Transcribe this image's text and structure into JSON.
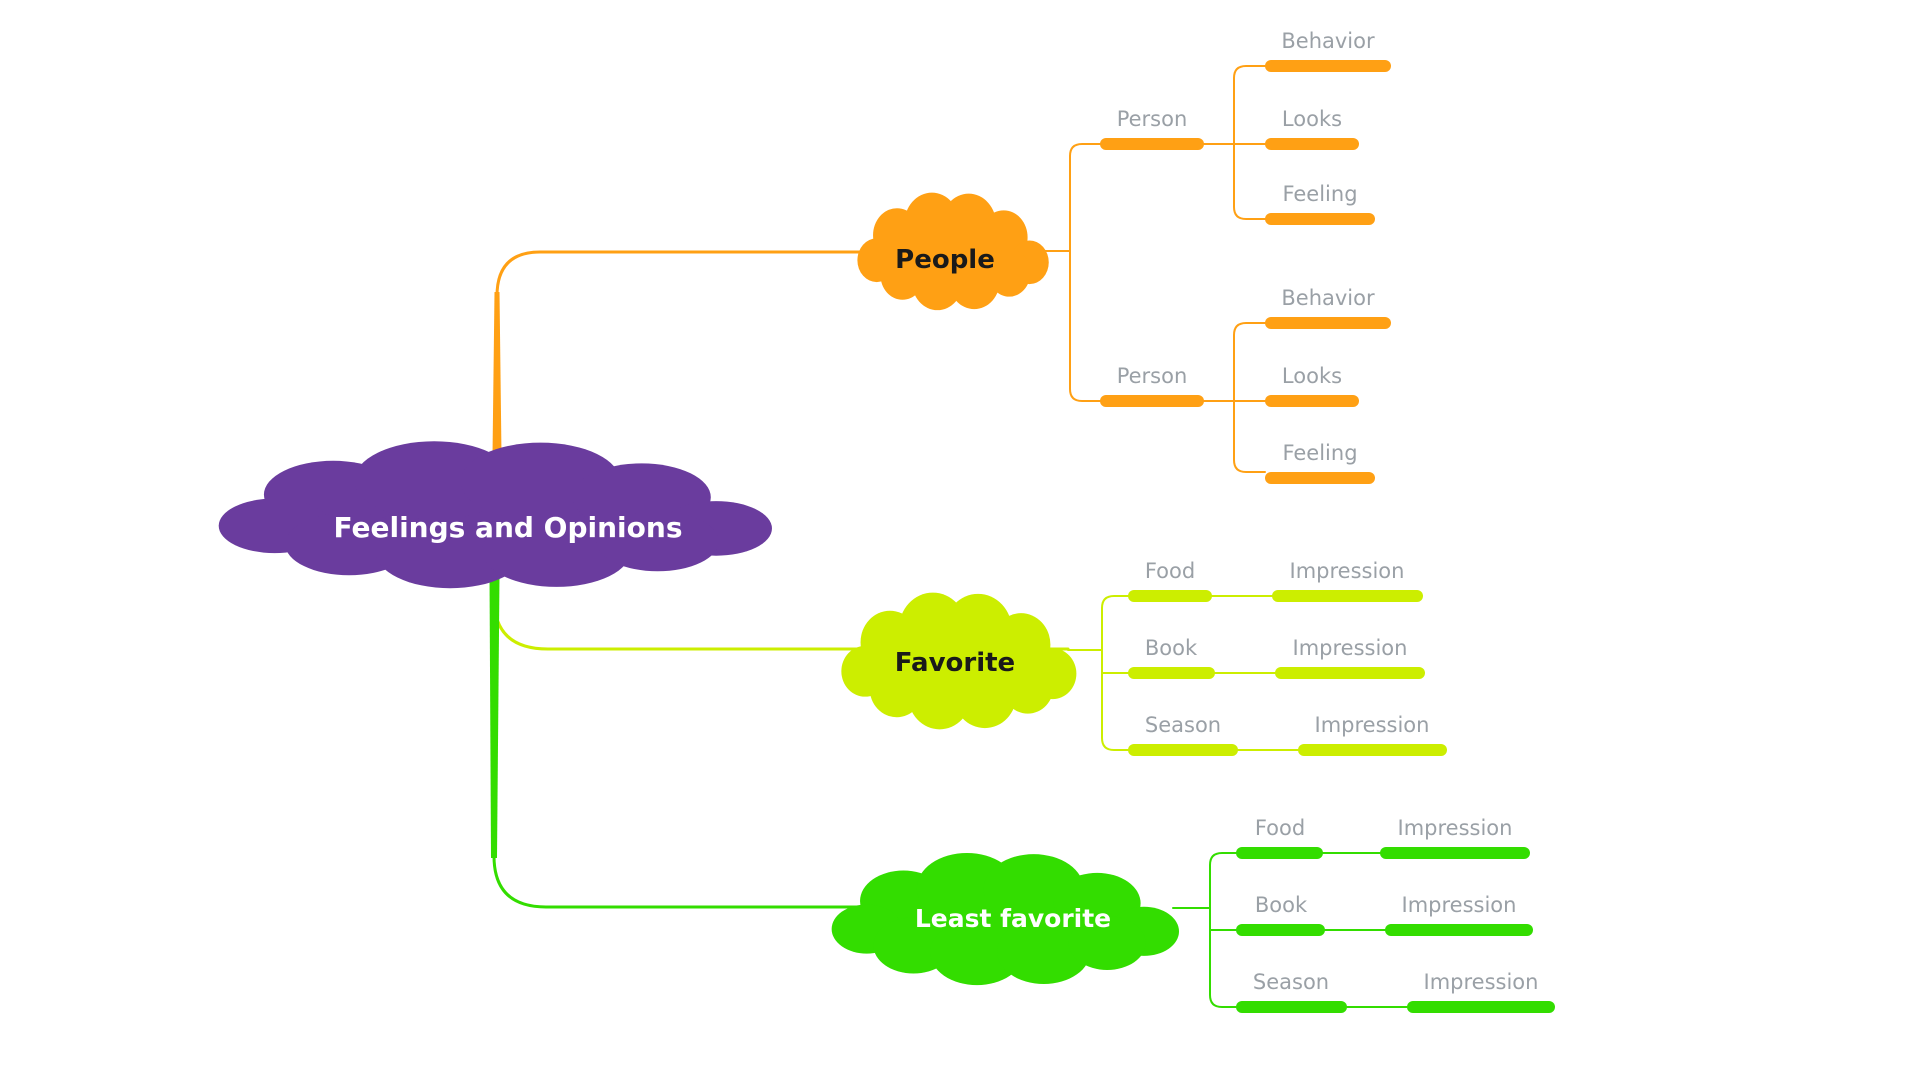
{
  "app": {
    "canvas": "mind-map"
  },
  "colors": {
    "background": "#ffffff",
    "root": "#6a3c9e",
    "people": "#ffa014",
    "favorite": "#ccee00",
    "least": "#33dd00",
    "child_label": "#9aa0a6",
    "root_text": "#ffffff",
    "branch_text_dark": "#1a1a1a",
    "branch_text_light": "#ffffff"
  },
  "root": {
    "label": "Feelings and Opinions"
  },
  "branches": [
    {
      "id": "people",
      "label": "People",
      "children": [
        {
          "label": "Person",
          "children": [
            {
              "label": "Behavior"
            },
            {
              "label": "Looks"
            },
            {
              "label": "Feeling"
            }
          ]
        },
        {
          "label": "Person",
          "children": [
            {
              "label": "Behavior"
            },
            {
              "label": "Looks"
            },
            {
              "label": "Feeling"
            }
          ]
        }
      ]
    },
    {
      "id": "favorite",
      "label": "Favorite",
      "children": [
        {
          "label": "Food",
          "children": [
            {
              "label": "Impression"
            }
          ]
        },
        {
          "label": "Book",
          "children": [
            {
              "label": "Impression"
            }
          ]
        },
        {
          "label": "Season",
          "children": [
            {
              "label": "Impression"
            }
          ]
        }
      ]
    },
    {
      "id": "least-favorite",
      "label": "Least favorite",
      "children": [
        {
          "label": "Food",
          "children": [
            {
              "label": "Impression"
            }
          ]
        },
        {
          "label": "Book",
          "children": [
            {
              "label": "Impression"
            }
          ]
        },
        {
          "label": "Season",
          "children": [
            {
              "label": "Impression"
            }
          ]
        }
      ]
    }
  ]
}
